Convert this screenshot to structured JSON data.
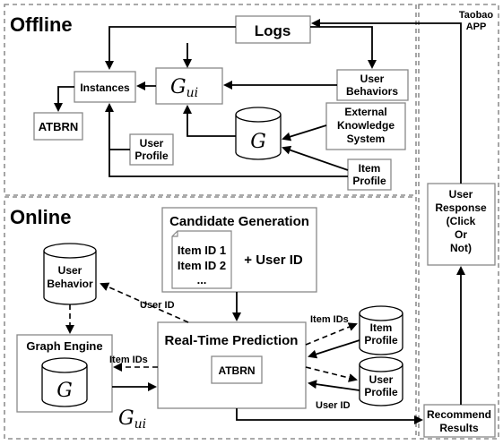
{
  "sections": {
    "offline": "Offline",
    "online": "Online"
  },
  "taobao_app": [
    "Taobao",
    "APP"
  ],
  "offline": {
    "logs": "Logs",
    "instances": "Instances",
    "gui_base": "G",
    "gui_sub": "ui",
    "user_behaviors": [
      "User",
      "Behaviors"
    ],
    "atbrn": "ATBRN",
    "external_knowledge": [
      "External",
      "Knowledge",
      "System"
    ],
    "graph_db": "G",
    "user_profile": [
      "User",
      "Profile"
    ],
    "item_profile": [
      "Item",
      "Profile"
    ]
  },
  "online": {
    "candidate_title": "Candidate Generation",
    "candidate_items": [
      "Item ID 1",
      "Item ID 2",
      "..."
    ],
    "plus_user_id": "+ User ID",
    "user_behavior_db": [
      "User",
      "Behavior"
    ],
    "user_id_label_1": "User ID",
    "graph_engine": "Graph Engine",
    "graph_db": "G",
    "item_ids_label_left": "Item IDs",
    "rtp_title": "Real-Time Prediction",
    "rtp_atbrn": "ATBRN",
    "item_ids_label_right": "Item IDs",
    "item_profile_db": [
      "Item",
      "Profile"
    ],
    "user_profile_db": [
      "User",
      "Profile"
    ],
    "user_id_label_2": "User ID",
    "gui_base": "G",
    "gui_sub": "ui",
    "recommend_results": [
      "Recommend",
      "Results"
    ]
  },
  "user_response": [
    "User",
    "Response",
    "(Click",
    "Or",
    "Not)"
  ]
}
